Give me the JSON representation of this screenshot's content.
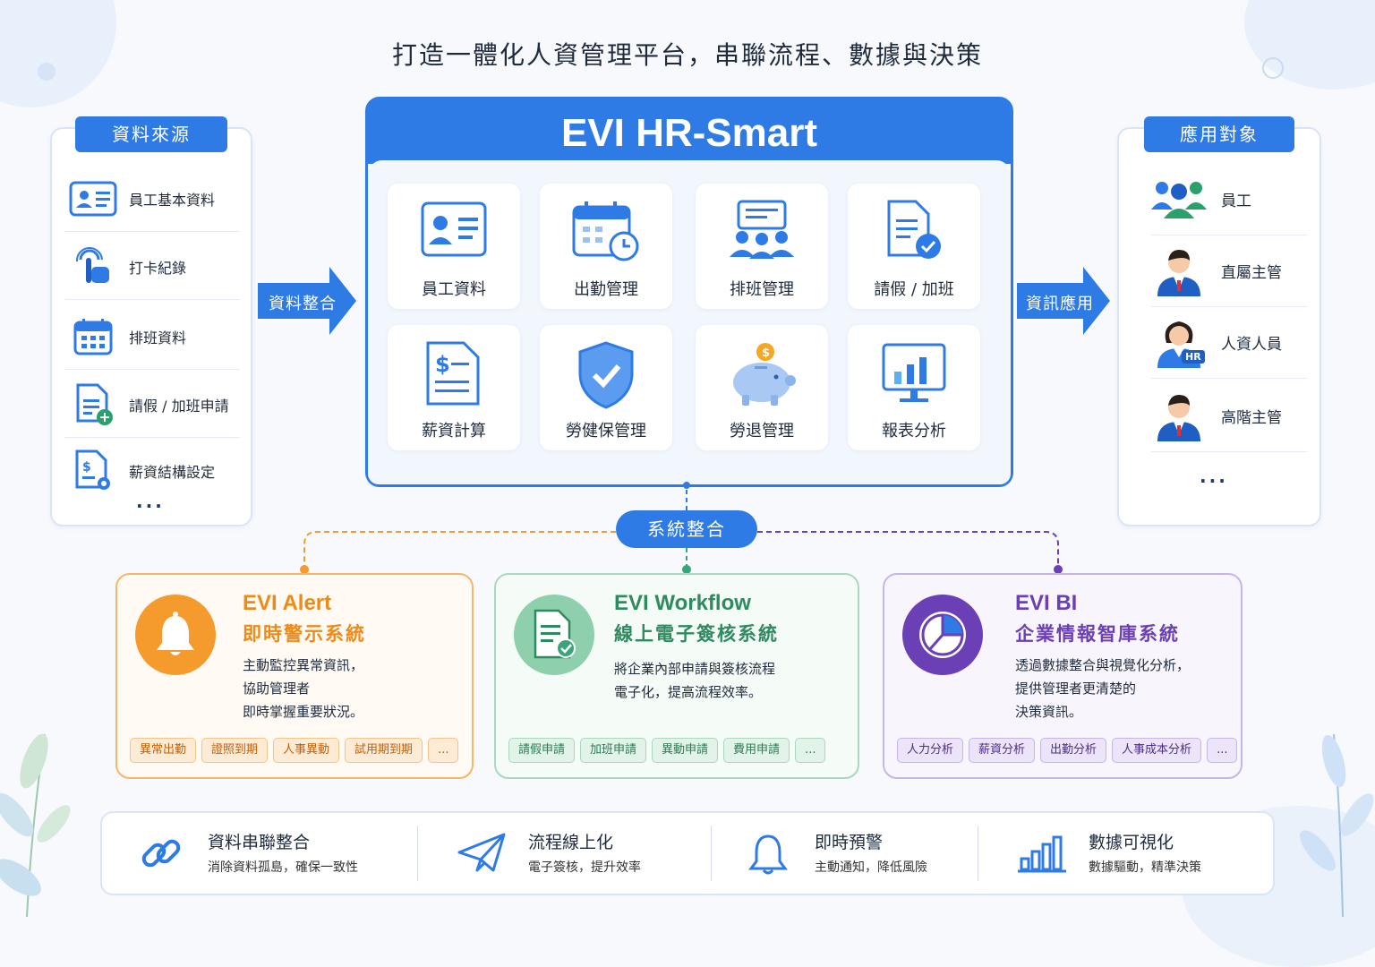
{
  "title": "打造一體化人資管理平台，串聯流程、數據與決策",
  "colors": {
    "primary": "#2f7be5",
    "alert": "#f59a2c",
    "workflow": "#3aa57a",
    "bi": "#6b3fb5"
  },
  "source_panel": {
    "header": "資料來源",
    "items": [
      {
        "label": "員工基本資料",
        "icon": "id-card-icon"
      },
      {
        "label": "打卡紀錄",
        "icon": "fingerprint-touch-icon"
      },
      {
        "label": "排班資料",
        "icon": "calendar-icon"
      },
      {
        "label": "請假 / 加班申請",
        "icon": "document-add-icon"
      },
      {
        "label": "薪資結構設定",
        "icon": "salary-settings-icon"
      }
    ],
    "more": "..."
  },
  "arrow_left_label": "資料整合",
  "arrow_right_label": "資訊應用",
  "main": {
    "title": "EVI HR-Smart",
    "modules": [
      {
        "label": "員工資料",
        "icon": "id-card-icon"
      },
      {
        "label": "出勤管理",
        "icon": "calendar-clock-icon"
      },
      {
        "label": "排班管理",
        "icon": "team-schedule-icon"
      },
      {
        "label": "請假 / 加班",
        "icon": "document-check-icon"
      },
      {
        "label": "薪資計算",
        "icon": "salary-document-icon"
      },
      {
        "label": "勞健保管理",
        "icon": "shield-check-icon"
      },
      {
        "label": "勞退管理",
        "icon": "piggy-bank-icon"
      },
      {
        "label": "報表分析",
        "icon": "monitor-chart-icon"
      }
    ]
  },
  "target_panel": {
    "header": "應用對象",
    "items": [
      {
        "label": "員工",
        "icon": "group-icon"
      },
      {
        "label": "直屬主管",
        "icon": "manager-icon"
      },
      {
        "label": "人資人員",
        "icon": "hr-person-icon",
        "badge": "HR"
      },
      {
        "label": "高階主管",
        "icon": "executive-icon"
      }
    ],
    "more": "..."
  },
  "system_integration": "系統整合",
  "subsystems": [
    {
      "name": "EVI Alert",
      "subtitle": "即時警示系統",
      "desc": [
        "主動監控異常資訊，",
        "協助管理者",
        "即時掌握重要狀況。"
      ],
      "tags": [
        "異常出勤",
        "證照到期",
        "人事異動",
        "試用期到期",
        "..."
      ]
    },
    {
      "name": "EVI Workflow",
      "subtitle": "線上電子簽核系統",
      "desc": [
        "將企業內部申請與簽核流程",
        "電子化，提高流程效率。"
      ],
      "tags": [
        "請假申請",
        "加班申請",
        "異動申請",
        "費用申請",
        "..."
      ]
    },
    {
      "name": "EVI BI",
      "subtitle": "企業情報智庫系統",
      "desc": [
        "透過數據整合與視覺化分析，",
        "提供管理者更清楚的",
        "決策資訊。"
      ],
      "tags": [
        "人力分析",
        "薪資分析",
        "出勤分析",
        "人事成本分析",
        "..."
      ]
    }
  ],
  "features": [
    {
      "title": "資料串聯整合",
      "desc": "消除資料孤島，確保一致性",
      "icon": "link-icon"
    },
    {
      "title": "流程線上化",
      "desc": "電子簽核，提升效率",
      "icon": "paper-plane-icon"
    },
    {
      "title": "即時預警",
      "desc": "主動通知，降低風險",
      "icon": "bell-icon"
    },
    {
      "title": "數據可視化",
      "desc": "數據驅動，精準決策",
      "icon": "bar-chart-icon"
    }
  ]
}
